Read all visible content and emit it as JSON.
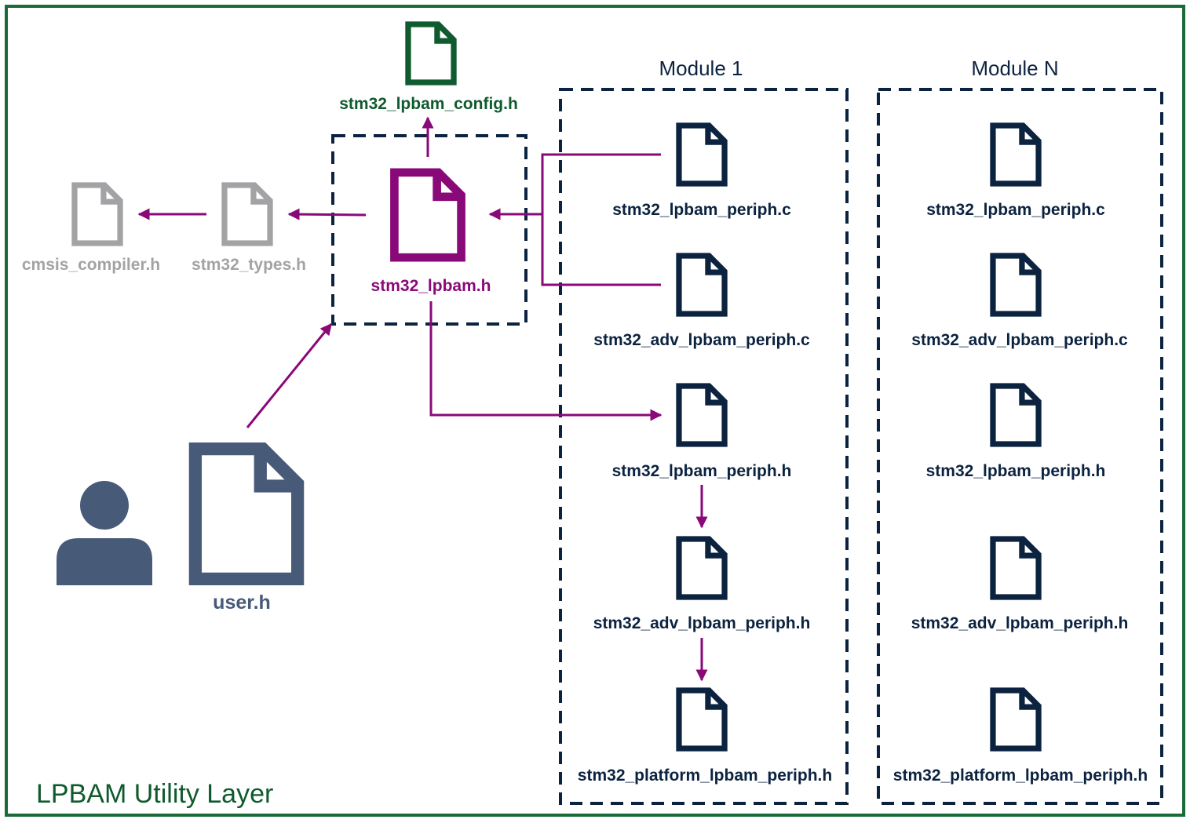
{
  "diagram": {
    "title": "LPBAM Utility Layer",
    "colors": {
      "frame": "#1b6b3a",
      "navy": "#0c2340",
      "purple": "#8a0978",
      "gray": "#a3a3a6",
      "green": "#0f5a2e",
      "slate": "#475a78"
    },
    "core": {
      "lpbam_h": "stm32_lpbam.h",
      "config_h": "stm32_lpbam_config.h",
      "types_h": "stm32_types.h",
      "compiler_h": "cmsis_compiler.h",
      "user_h": "user.h"
    },
    "modules": [
      {
        "title": "Module 1",
        "files": [
          "stm32_lpbam_periph.c",
          "stm32_adv_lpbam_periph.c",
          "stm32_lpbam_periph.h",
          "stm32_adv_lpbam_periph.h",
          "stm32_platform_lpbam_periph.h"
        ]
      },
      {
        "title": "Module N",
        "files": [
          "stm32_lpbam_periph.c",
          "stm32_adv_lpbam_periph.c",
          "stm32_lpbam_periph.h",
          "stm32_adv_lpbam_periph.h",
          "stm32_platform_lpbam_periph.h"
        ]
      }
    ]
  }
}
